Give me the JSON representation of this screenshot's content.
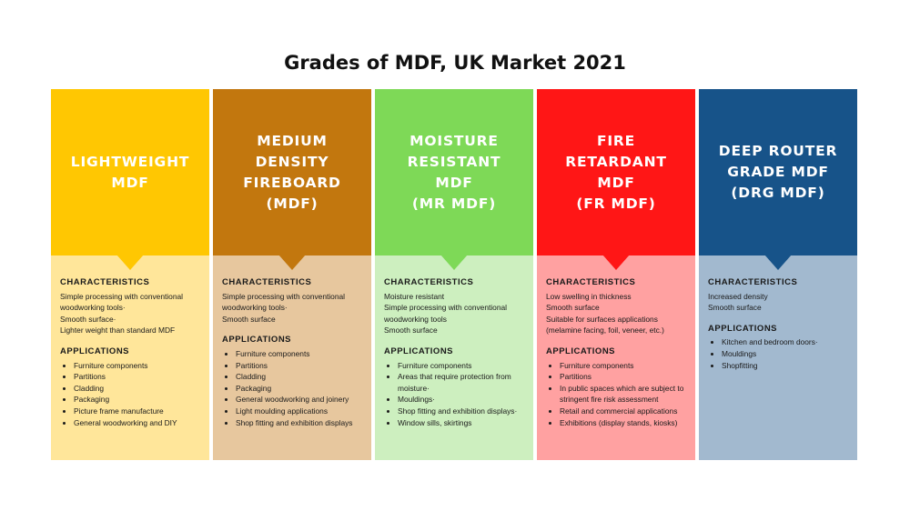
{
  "title": "Grades of MDF, UK Market 2021",
  "columns": [
    {
      "heading": "LIGHTWEIGHT\nMDF",
      "head_color": "#FFC702",
      "body_color": "#FFE69A",
      "characteristics_label": "CHARACTERISTICS",
      "characteristics": [
        "Simple processing with conventional woodworking tools·",
        "Smooth surface·",
        "Lighter weight than standard MDF"
      ],
      "applications_label": "APPLICATIONS",
      "applications": [
        "Furniture components",
        "Partitions",
        "Cladding",
        "Packaging",
        "Picture frame manufacture",
        "General woodworking and DIY"
      ]
    },
    {
      "heading": "MEDIUM\nDENSITY\nFIREBOARD\n(MDF)",
      "head_color": "#C2770E",
      "body_color": "#E7C79E",
      "characteristics_label": "CHARACTERISTICS",
      "characteristics": [
        "Simple processing with conventional woodworking tools·",
        "Smooth surface"
      ],
      "applications_label": "APPLICATIONS",
      "applications": [
        "Furniture components",
        "Partitions",
        "Cladding",
        "Packaging",
        "General woodworking and joinery",
        "Light moulding applications",
        "Shop fitting and exhibition displays"
      ]
    },
    {
      "heading": "MOISTURE\nRESISTANT\nMDF\n(MR MDF)",
      "head_color": "#7ED957",
      "body_color": "#CDEFBF",
      "characteristics_label": "CHARACTERISTICS",
      "characteristics": [
        "Moisture resistant",
        "Simple processing with conventional woodworking tools",
        "Smooth surface"
      ],
      "applications_label": "APPLICATIONS",
      "applications": [
        "Furniture components",
        "Areas that require protection from moisture·",
        "Mouldings·",
        "Shop fitting and exhibition displays·",
        "Window sills, skirtings"
      ]
    },
    {
      "heading": "FIRE\nRETARDANT\nMDF\n(FR MDF)",
      "head_color": "#FF1616",
      "body_color": "#FFA1A1",
      "characteristics_label": "CHARACTERISTICS",
      "characteristics": [
        "Low swelling in thickness",
        "Smooth surface",
        "Suitable for surfaces applications (melamine facing, foil, veneer, etc.)"
      ],
      "applications_label": "APPLICATIONS",
      "applications": [
        "Furniture components",
        "Partitions",
        "In public spaces which are subject to stringent fire risk assessment",
        "Retail and commercial applications",
        "Exhibitions (display stands, kiosks)"
      ]
    },
    {
      "heading": "DEEP ROUTER\nGRADE MDF\n(DRG MDF)",
      "head_color": "#175389",
      "body_color": "#A2B9CF",
      "characteristics_label": "CHARACTERISTICS",
      "characteristics": [
        "Increased density",
        "Smooth surface"
      ],
      "applications_label": "APPLICATIONS",
      "applications": [
        "Kitchen and bedroom doors·",
        "Mouldings",
        "Shopfitting"
      ]
    }
  ]
}
